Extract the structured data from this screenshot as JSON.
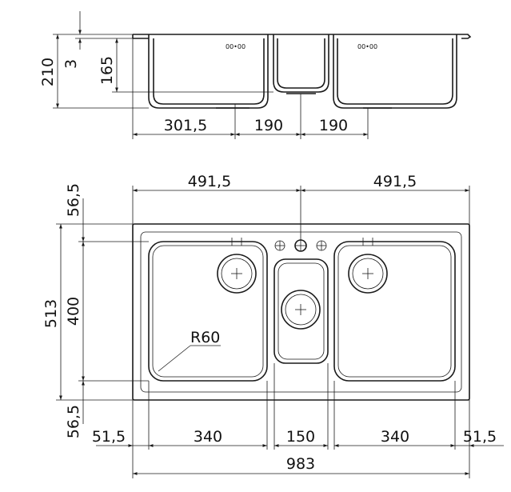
{
  "side_view": {
    "height_total": "210",
    "lip": "3",
    "bowl_depth": "165",
    "width_left": "301,5",
    "width_mid": "190",
    "width_right": "190",
    "badge_left": "00•00",
    "badge_right": "00•00"
  },
  "top_view": {
    "width_left_half": "491,5",
    "width_right_half": "491,5",
    "margin_top": "56,5",
    "margin_bottom": "56,5",
    "height_total": "513",
    "height_bowl": "400",
    "radius_label": "R60",
    "margin_left": "51,5",
    "bowl_left": "340",
    "bowl_mid": "150",
    "bowl_right": "340",
    "margin_right": "51,5",
    "width_total": "983"
  }
}
